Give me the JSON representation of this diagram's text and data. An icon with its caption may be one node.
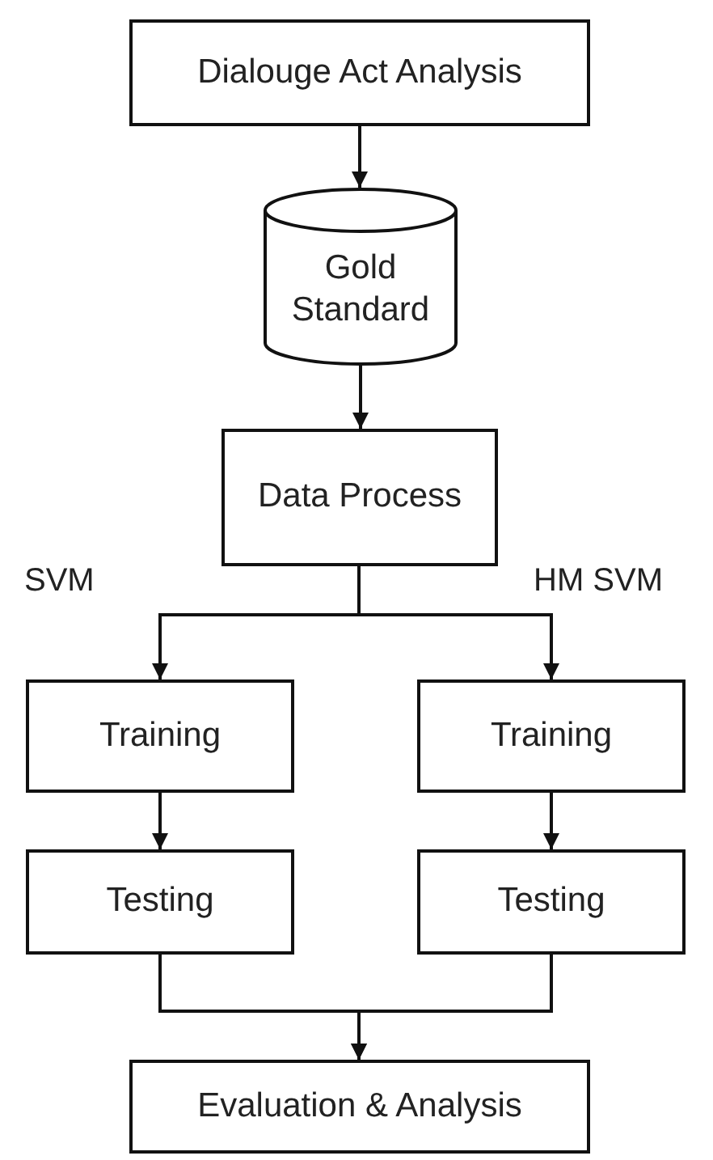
{
  "diagram": {
    "nodes": [
      {
        "text": [
          "Dialouge Act Analysis"
        ]
      },
      {
        "text": [
          "Gold Standard"
        ]
      },
      {
        "text": [
          "Data Process"
        ]
      },
      {
        "text": [
          "Training"
        ]
      },
      {
        "text": [
          "Training"
        ]
      },
      {
        "text": [
          "Testing"
        ]
      },
      {
        "text": [
          "Testing"
        ]
      },
      {
        "text": [
          "Evaluation & Analysis"
        ]
      }
    ],
    "edges": [
      {
        "from": 0,
        "to": 1,
        "arrow": "to"
      },
      {
        "from": 1,
        "to": 2,
        "arrow": "to"
      },
      {
        "from": 2,
        "to": 3,
        "arrow": "to"
      },
      {
        "from": 2,
        "to": 4,
        "arrow": "to"
      },
      {
        "from": 3,
        "to": 5,
        "arrow": "to"
      },
      {
        "from": 4,
        "to": 6,
        "arrow": "to"
      },
      {
        "from": 5,
        "to": 7,
        "arrow": "to"
      },
      {
        "from": 6,
        "to": 7,
        "arrow": "to"
      }
    ],
    "labels": [
      "SVM",
      "HM SVM"
    ]
  }
}
